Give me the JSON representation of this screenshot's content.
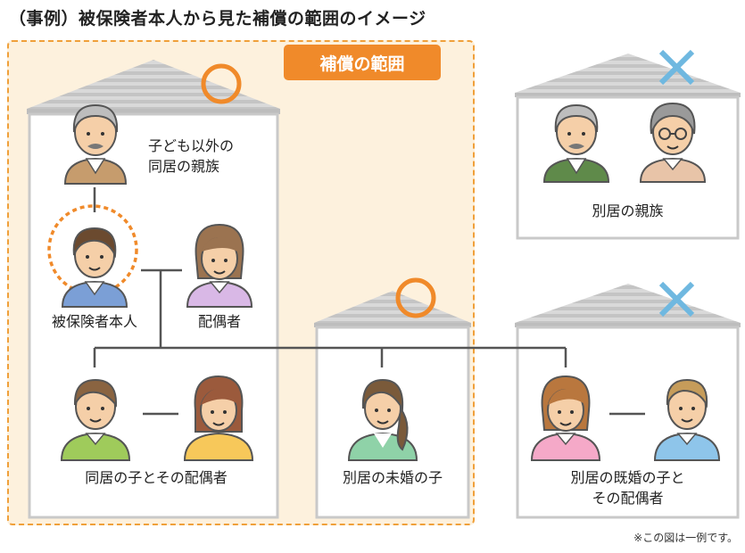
{
  "title": "（事例）被保険者本人から見た補償の範囲のイメージ",
  "coverage_badge": "補償の範囲",
  "labels": {
    "relatives_living_together": "子ども以外の\n同居の親族",
    "insured": "被保険者本人",
    "spouse": "配偶者",
    "child_living_together": "同居の子とその配偶者",
    "unmarried_child_apart": "別居の未婚の子",
    "married_child_apart": "別居の既婚の子と\nその配偶者",
    "relatives_apart": "別居の親族"
  },
  "note": "※この図は一例です。",
  "colors": {
    "accent": "#f08a2a",
    "zone_fill": "#fdf1dd",
    "cross": "#6fb8e0",
    "roof": "#cfcfcf",
    "wall": "#c9c9c9"
  }
}
